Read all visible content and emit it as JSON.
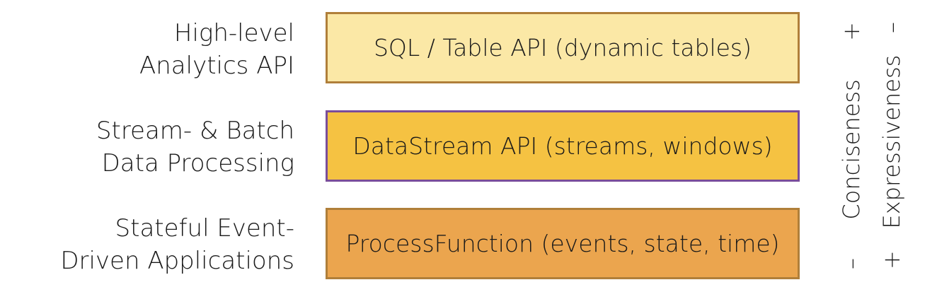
{
  "layers": [
    {
      "label_lines": [
        "High-level",
        "Analytics API"
      ],
      "box_text": "SQL / Table API (dynamic tables)",
      "fill": "#fbe8a6",
      "border": "#b07f3a"
    },
    {
      "label_lines": [
        "Stream- & Batch",
        "Data Processing"
      ],
      "box_text": "DataStream API (streams, windows)",
      "fill": "#f5c242",
      "border": "#7a4d9a"
    },
    {
      "label_lines": [
        "Stateful Event-",
        "Driven Applications"
      ],
      "box_text": "ProcessFunction (events, state, time)",
      "fill": "#eba54e",
      "border": "#b07f3a"
    }
  ],
  "axes": {
    "conciseness": {
      "minus": "–",
      "label": "Conciseness",
      "plus": "+"
    },
    "expressiveness": {
      "plus": "+",
      "label": "Expressiveness",
      "minus": "–"
    }
  }
}
